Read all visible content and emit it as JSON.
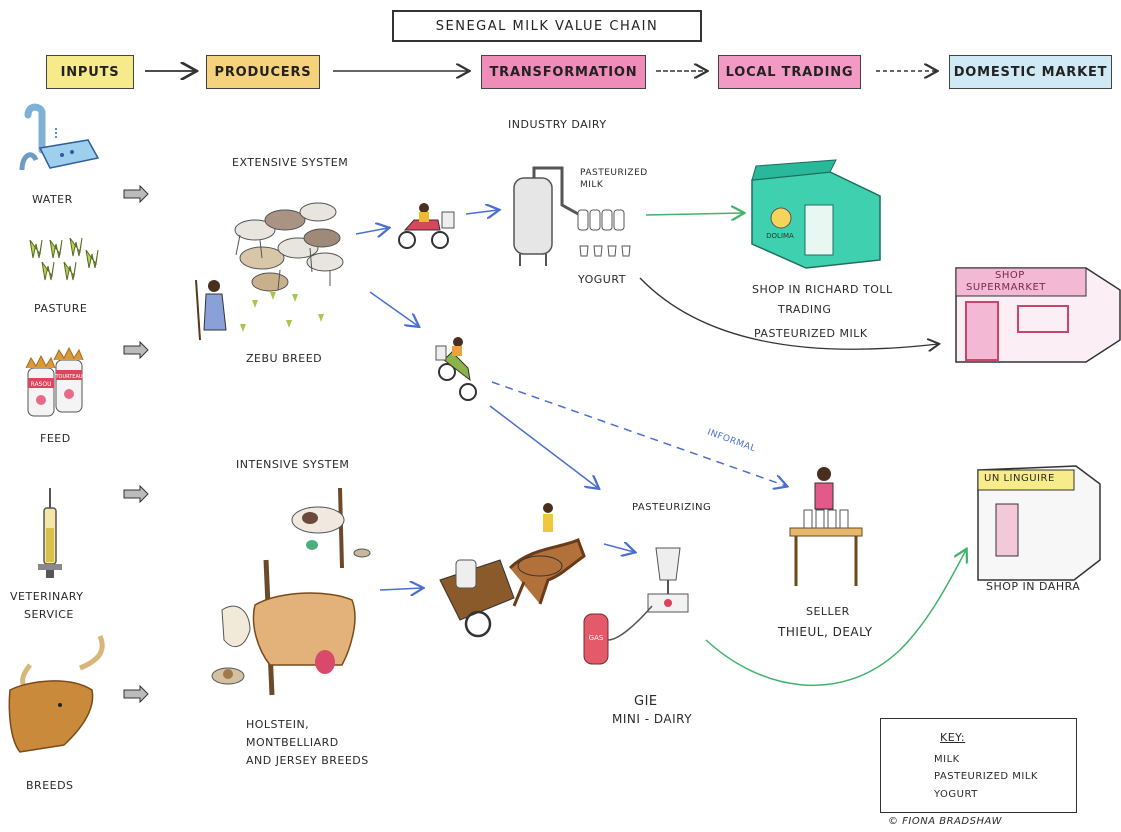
{
  "title": "SENEGAL MILK VALUE CHAIN",
  "stages": {
    "inputs": "INPUTS",
    "producers": "PRODUCERS",
    "transformation": "TRANSFORMATION",
    "local_trading": "LOCAL TRADING",
    "domestic_market": "DOMESTIC MARKET"
  },
  "inputs": {
    "water": "WATER",
    "pasture": "PASTURE",
    "feed": "FEED",
    "vet_line1": "VETERINARY",
    "vet_line2": "SERVICE",
    "breeds": "BREEDS"
  },
  "producers": {
    "extensive": "EXTENSIVE SYSTEM",
    "zebu": "ZEBU BREED",
    "intensive": "INTENSIVE SYSTEM",
    "holstein_line1": "HOLSTEIN,",
    "holstein_line2": "MONTBELLIARD",
    "holstein_line3": "AND JERSEY BREEDS"
  },
  "transformation": {
    "industry_dairy": "INDUSTRY DAIRY",
    "pasteurized_line1": "PASTEURIZED",
    "pasteurized_line2": "MILK",
    "yogurt": "YOGURT",
    "pasteurizing": "PASTEURIZING",
    "gie": "GIE",
    "mini_dairy": "MINI - DAIRY",
    "gas": "GAS"
  },
  "local_trading": {
    "shop_line1": "SHOP IN RICHARD TOLL",
    "shop_line2": "TRADING",
    "shop_line3": "PASTEURIZED MILK",
    "dolima": "DOLIMA",
    "informal": "INFORMAL",
    "seller": "SELLER",
    "seller_names": "THIEUL, DEALY"
  },
  "domestic_market": {
    "shop_sign_line1": "SHOP",
    "shop_sign_line2": "SUPERMARKET",
    "un_linguire": "UN LINGUIRE",
    "shop_dahra": "SHOP IN DAHRA"
  },
  "feed_labels": {
    "left": "RASOU",
    "right": "TOURTEAU"
  },
  "key": {
    "title": "KEY:",
    "milk": "MILK",
    "pasteurized_milk": "PASTEURIZED MILK",
    "yogurt": "YOGURT"
  },
  "credit": "© FIONA BRADSHAW",
  "colors": {
    "milk": "#4a6fd1",
    "pasteurized_milk": "#3fb46a",
    "yogurt": "#333333",
    "inputs_yellow": "#f6ea8a",
    "producers_orange": "#f5d27c",
    "transformation_pink": "#f08cb8",
    "local_pink": "#f29ac4",
    "domestic_blue": "#cfe9f5",
    "shop_green": "#3fd0b0",
    "supermarket_pink": "#f3b8d4"
  }
}
